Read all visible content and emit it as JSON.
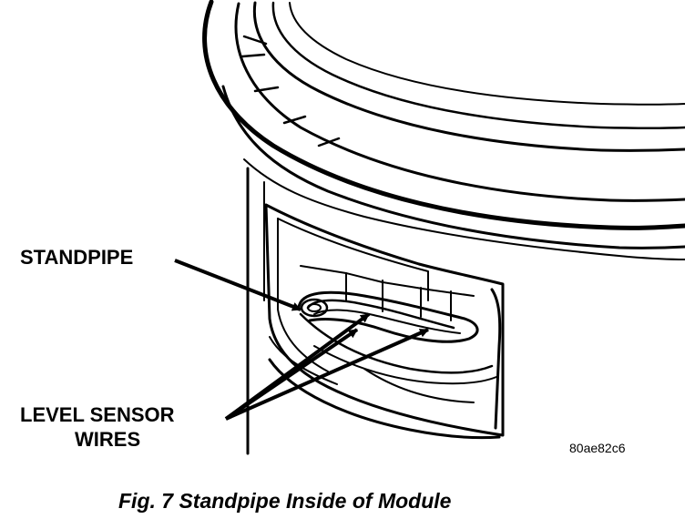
{
  "labels": {
    "standpipe": "STANDPIPE",
    "level_sensor_line1": "LEVEL SENSOR",
    "level_sensor_line2": "WIRES",
    "image_code": "80ae82c6"
  },
  "caption": "Fig. 7 Standpipe Inside of Module",
  "colors": {
    "ink": "#000000",
    "paper": "#ffffff"
  }
}
